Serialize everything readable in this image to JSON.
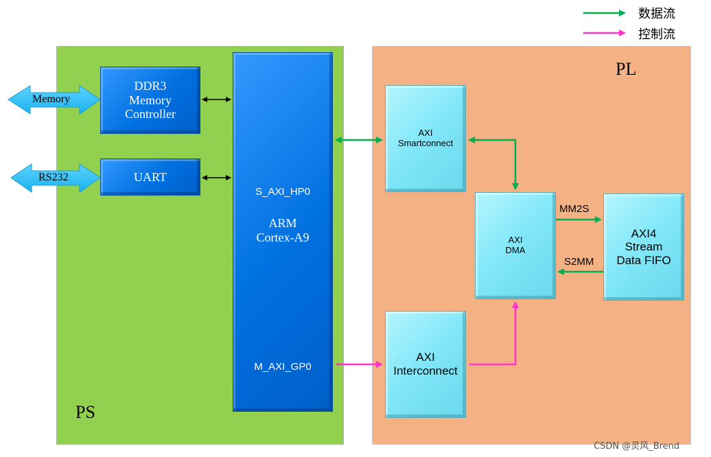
{
  "legend": {
    "data_flow": "数据流",
    "control_flow": "控制流",
    "data_color": "#00b050",
    "control_color": "#ff33cc"
  },
  "regions": {
    "ps": "PS",
    "pl": "PL"
  },
  "blocks": {
    "ddr3": [
      "DDR3",
      "Memory",
      "Controller"
    ],
    "uart": "UART",
    "arm": [
      "ARM",
      "Cortex-A9"
    ],
    "arm_ports": {
      "hp0": "S_AXI_HP0",
      "gp0": "M_AXI_GP0"
    },
    "smartconnect": [
      "AXI",
      "Smartconnect"
    ],
    "dma": [
      "AXI",
      "DMA"
    ],
    "interconnect": [
      "AXI",
      "Interconnect"
    ],
    "fifo": [
      "AXI4",
      "Stream",
      "Data FIFO"
    ]
  },
  "external": {
    "memory": "Memory",
    "rs232": "RS232"
  },
  "flows": {
    "mm2s": "MM2S",
    "s2mm": "S2MM"
  },
  "watermark": "CSDN @灵风_Brend"
}
